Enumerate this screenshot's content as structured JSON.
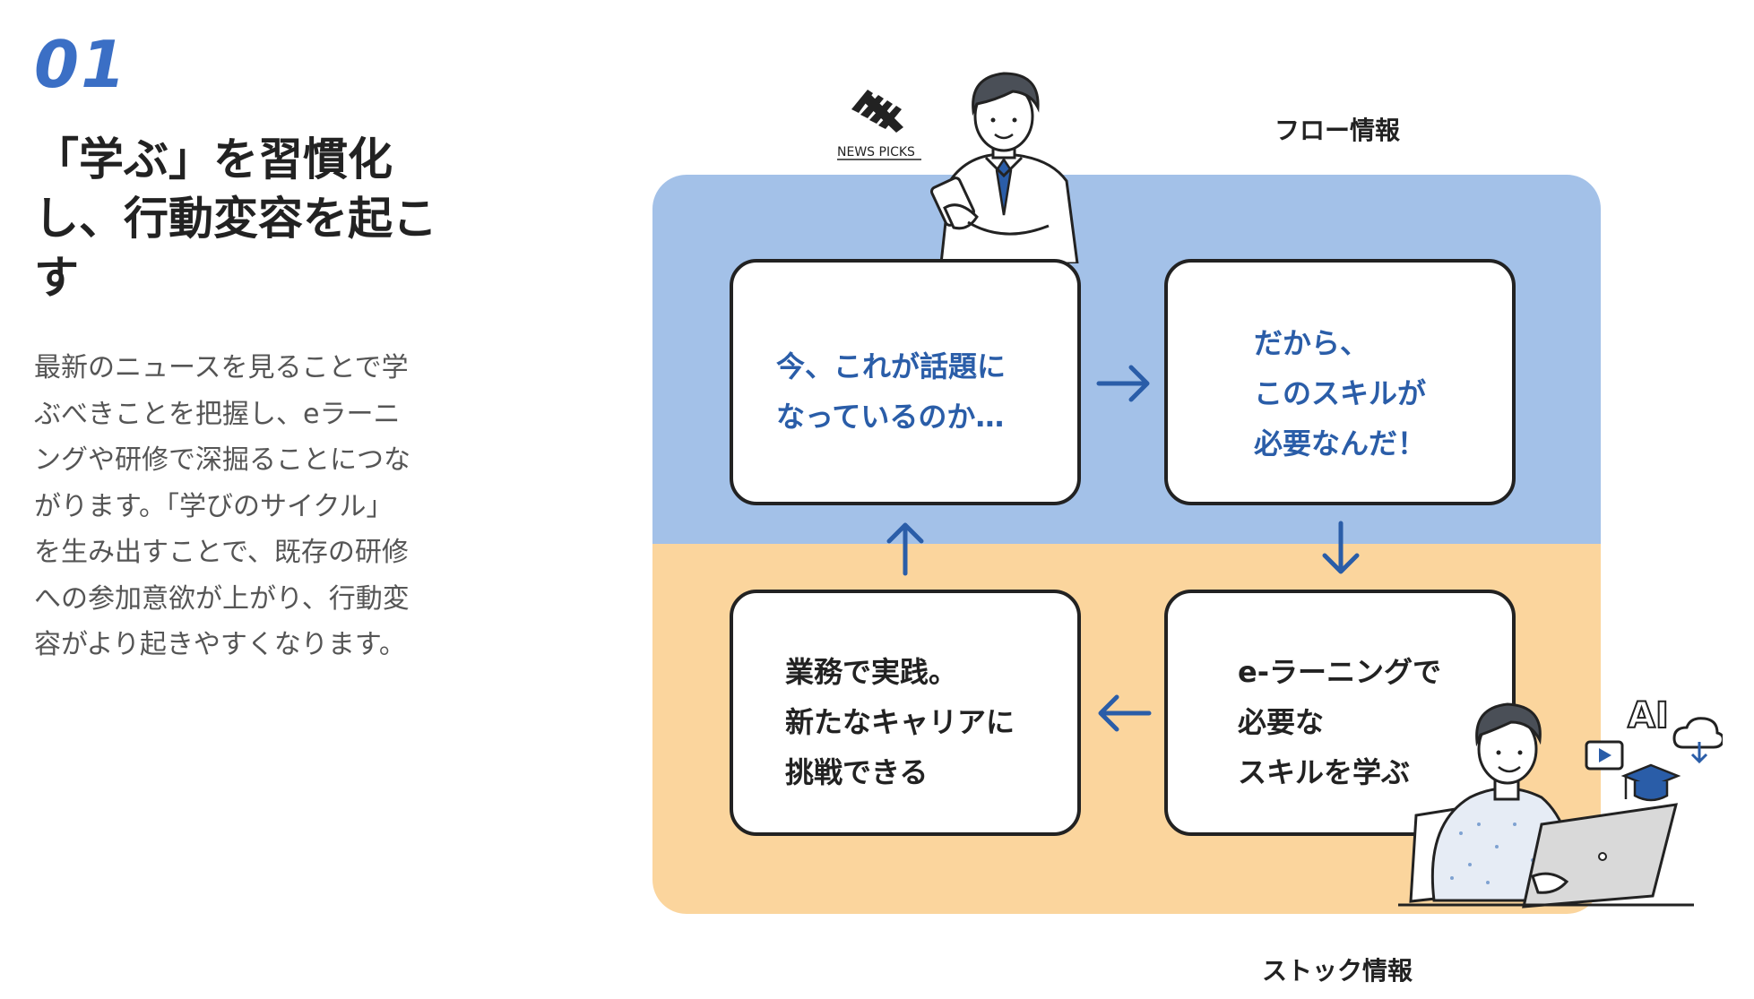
{
  "section": {
    "number": "01",
    "heading_lines": [
      "「学ぶ」を習慣化",
      "し、行動変容を起こ",
      "す"
    ],
    "body_lines": [
      "最新のニュースを見ることで学",
      "ぶべきことを把握し、eラーニ",
      "ングや研修で深掘ることにつな",
      "がります。「学びのサイクル」",
      "を生み出すことで、既存の研修",
      "への参加意欲が上がり、行動変",
      "容がより起きやすくなります。"
    ]
  },
  "diagram": {
    "flow_label": "フロー情報",
    "stock_label": "ストック情報",
    "logo_text": "NEWS PICKS",
    "ai_label": "AI",
    "cards": [
      {
        "lines": [
          "今、これが話題に",
          "なっているのか…"
        ]
      },
      {
        "lines": [
          "だから、",
          "このスキルが",
          "必要なんだ！"
        ]
      },
      {
        "lines": [
          "e-ラーニングで",
          "必要な",
          "スキルを学ぶ"
        ]
      },
      {
        "lines": [
          "業務で実践。",
          "新たなキャリアに",
          "挑戦できる"
        ]
      }
    ],
    "colors": {
      "flow_band": "#a3c1e8",
      "stock_band": "#fbd59d",
      "accent": "#2a5da8",
      "section_number": "#3b6fc5"
    }
  }
}
